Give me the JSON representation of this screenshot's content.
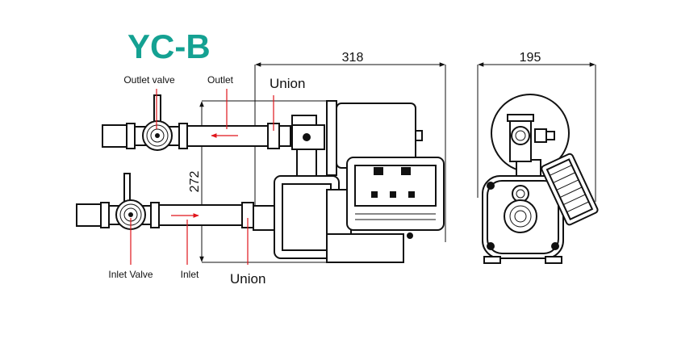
{
  "title": "YC-B",
  "colors": {
    "title": "#14a192",
    "annotation": "#e0151b",
    "line": "#111111"
  },
  "dimensions": {
    "length": "318",
    "width": "195",
    "height": "272"
  },
  "labels": {
    "outlet_valve": "Outlet valve",
    "outlet": "Outlet",
    "union_top": "Union",
    "inlet_valve": "Inlet Valve",
    "inlet": "Inlet",
    "union_bottom": "Union"
  }
}
